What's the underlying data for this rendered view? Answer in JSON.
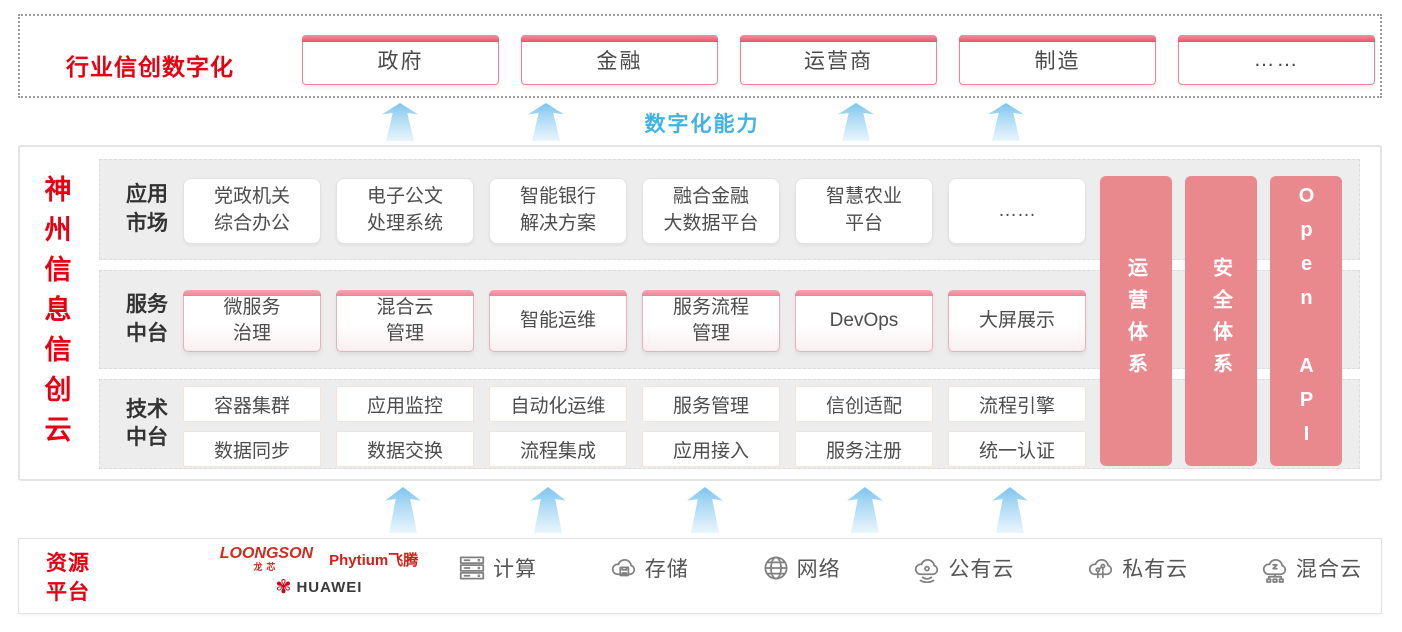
{
  "top": {
    "title": "行业信创数字化",
    "industries": [
      "政府",
      "金融",
      "运营商",
      "制造",
      "……"
    ]
  },
  "capability_label": "数字化能力",
  "platform": {
    "vertical_title": "神州信息信创云",
    "rows": [
      {
        "label": "应用\n市场",
        "items": [
          "党政机关\n综合办公",
          "电子公文\n处理系统",
          "智能银行\n解决方案",
          "融合金融\n大数据平台",
          "智慧农业\n平台",
          "……"
        ]
      },
      {
        "label": "服务\n中台",
        "items": [
          "微服务\n治理",
          "混合云\n管理",
          "智能运维",
          "服务流程\n管理",
          "DevOps",
          "大屏展示"
        ]
      },
      {
        "label": "技术\n中台",
        "items_row1": [
          "容器集群",
          "应用监控",
          "自动化运维",
          "服务管理",
          "信创适配",
          "流程引擎"
        ],
        "items_row2": [
          "数据同步",
          "数据交换",
          "流程集成",
          "应用接入",
          "服务注册",
          "统一认证"
        ]
      }
    ],
    "side_bars": [
      "运营体系",
      "安全体系",
      "Open API"
    ]
  },
  "resources": {
    "title": "资源\n平台",
    "vendors": {
      "loongson": "LOONGSON",
      "loongson_sub": "龙芯",
      "phytium": "Phytium飞腾",
      "huawei": "HUAWEI"
    },
    "items": [
      {
        "icon": "compute-icon",
        "label": "计算"
      },
      {
        "icon": "storage-icon",
        "label": "存储"
      },
      {
        "icon": "network-icon",
        "label": "网络"
      },
      {
        "icon": "public-cloud-icon",
        "label": "公有云"
      },
      {
        "icon": "private-cloud-icon",
        "label": "私有云"
      },
      {
        "icon": "hybrid-cloud-icon",
        "label": "混合云"
      }
    ]
  },
  "colors": {
    "accent_red": "#e60012",
    "bar_pink": "#e9898d",
    "capability_blue": "#3fb3e7",
    "box_border_pink": "#ef8396",
    "row_bg_gray": "#ededed"
  }
}
